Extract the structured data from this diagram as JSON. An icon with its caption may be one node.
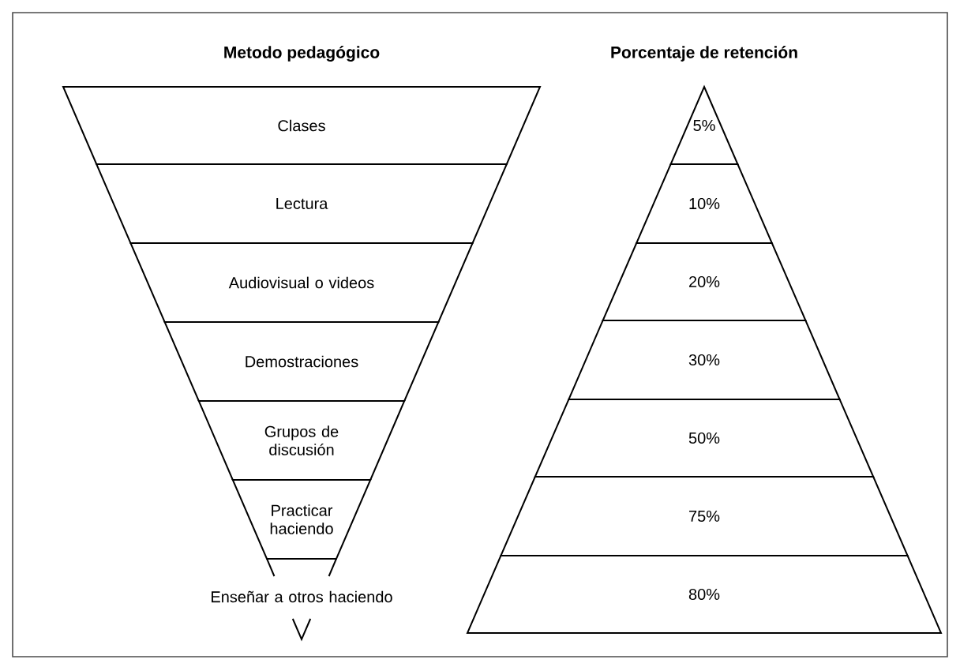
{
  "diagram": {
    "nodes": [
      {
        "text": [
          "Clases"
        ]
      },
      {
        "text": [
          "Lectura"
        ]
      },
      {
        "text": [
          "Audiovisual o videos"
        ]
      },
      {
        "text": [
          "Demostraciones"
        ]
      },
      {
        "text": [
          "Grupos de discusión"
        ]
      },
      {
        "text": [
          "Practicar haciendo"
        ]
      },
      {
        "text": [
          "Enseñar a otros haciendo"
        ]
      },
      {
        "text": [
          "5%"
        ]
      },
      {
        "text": [
          "10%"
        ]
      },
      {
        "text": [
          "20%"
        ]
      },
      {
        "text": [
          "30%"
        ]
      },
      {
        "text": [
          "50%"
        ]
      },
      {
        "text": [
          "75%"
        ]
      },
      {
        "text": [
          "80%"
        ]
      }
    ],
    "labels": [
      "Metodo pedagógico",
      "Porcentaje de retención"
    ]
  }
}
